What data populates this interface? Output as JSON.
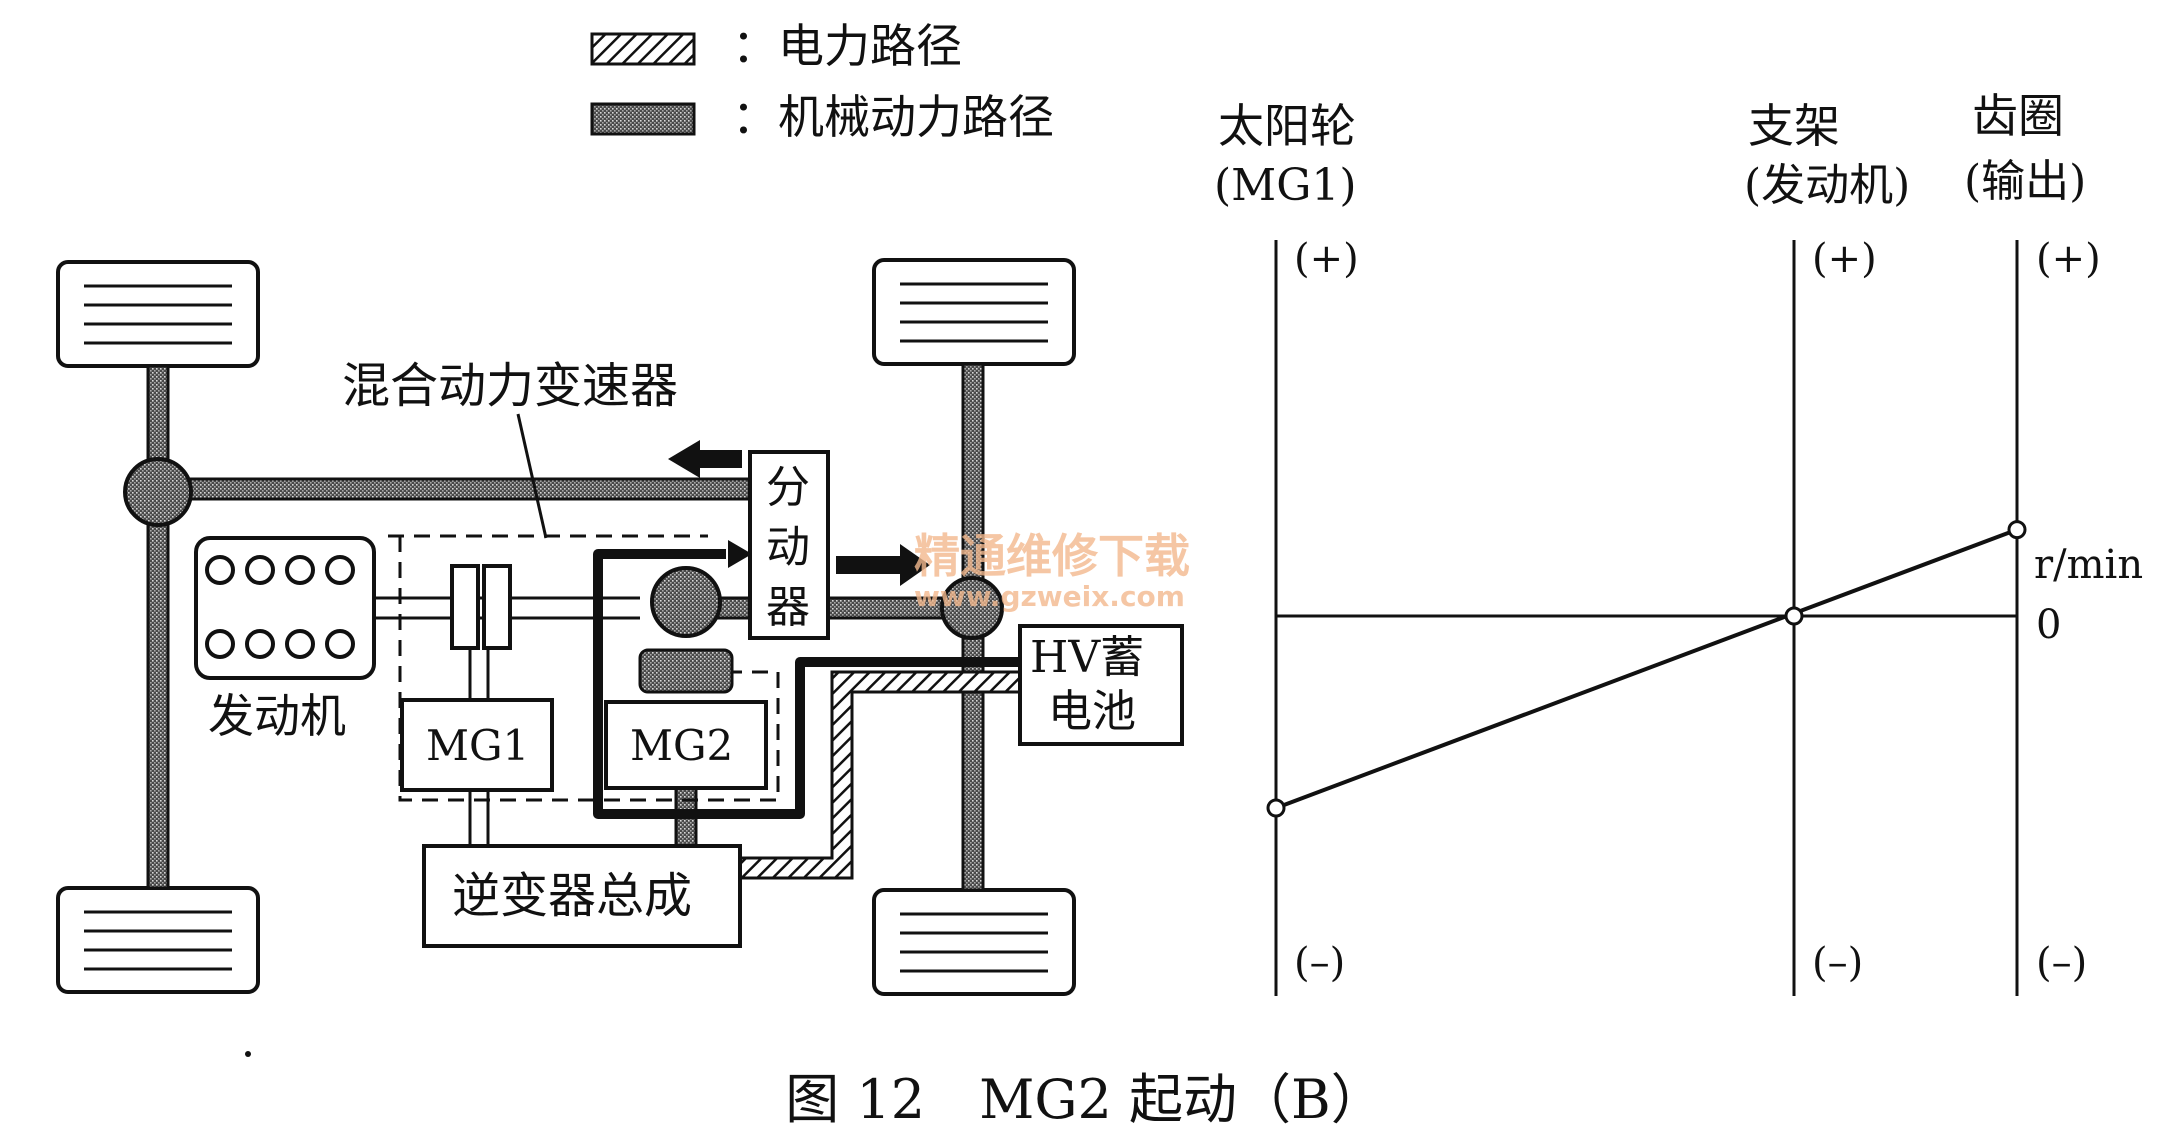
{
  "legend": {
    "electric_label": "：电力路径",
    "mechanical_label": "：机械动力路径"
  },
  "drivetrain": {
    "hybrid_transaxle_label": "混合动力变速器",
    "transfer_label_chars": [
      "分",
      "动",
      "器"
    ],
    "engine_label": "发动机",
    "mg1_label": "MG1",
    "mg2_label": "MG2",
    "battery_label_line1": "HV蓄",
    "battery_label_line2": "电池",
    "inverter_label": "逆变器总成"
  },
  "nomograph": {
    "axes": [
      {
        "name_line1": "太阳轮",
        "name_line2": "(MG1)",
        "plus": "(+)",
        "minus": "(–)"
      },
      {
        "name_line1": "支架",
        "name_line2": "(发动机)",
        "plus": "(+)",
        "minus": "(–)"
      },
      {
        "name_line1": "齿圈",
        "name_line2": "(输出)",
        "plus": "(+)",
        "minus": "(–)"
      }
    ],
    "unit_label": "r/min",
    "zero_label": "0",
    "speeds_relative": {
      "sun_mg1": -1.0,
      "carrier_engine": 0.0,
      "ring_output": 0.45
    }
  },
  "watermark": {
    "line1": "精通维修下载",
    "line2": "www.gzweix.com"
  },
  "caption": "图 12　MG2 起动（B）",
  "colors": {
    "ink": "#111111",
    "watermark": "#f3b98e"
  }
}
